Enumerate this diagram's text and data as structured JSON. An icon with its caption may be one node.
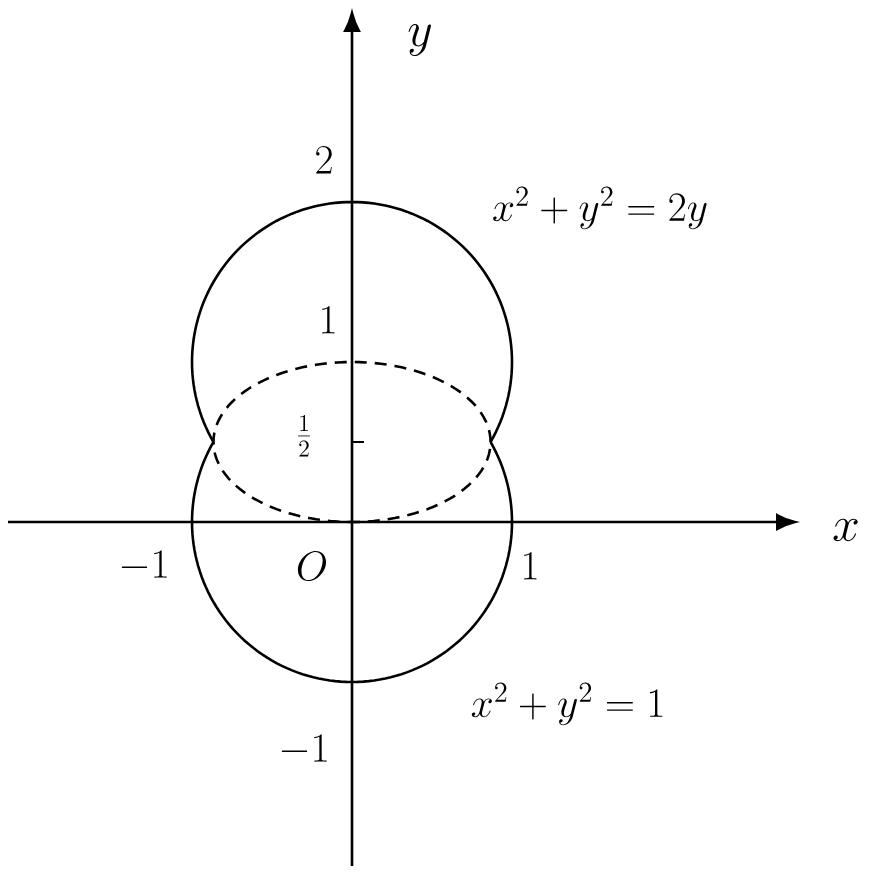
{
  "diagram": {
    "labels": [
      "y",
      "2",
      "x^2+y^2=2y",
      "1",
      "\\frac{1}{2}",
      "x",
      "-1",
      "O",
      "1",
      "x^2+y^2=1",
      "-1"
    ]
  }
}
